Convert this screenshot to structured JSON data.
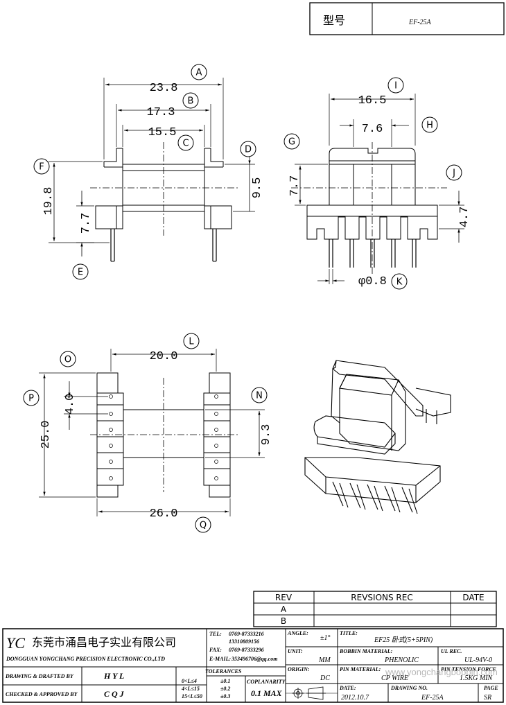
{
  "header": {
    "label_cn": "型号",
    "model": "EF-25A"
  },
  "dimensions": [
    {
      "key": "A",
      "value": "23.8"
    },
    {
      "key": "B",
      "value": "17.3"
    },
    {
      "key": "C",
      "value": "15.5"
    },
    {
      "key": "D",
      "value": "9.5"
    },
    {
      "key": "E",
      "value": "7.7"
    },
    {
      "key": "F",
      "value": "19.8"
    },
    {
      "key": "G",
      "value": "7.7"
    },
    {
      "key": "H",
      "value": "7.6"
    },
    {
      "key": "I",
      "value": "16.5"
    },
    {
      "key": "J",
      "value": "4.7"
    },
    {
      "key": "K",
      "value": "φ0.8"
    },
    {
      "key": "L",
      "value": "20.0"
    },
    {
      "key": "N",
      "value": "9.3"
    },
    {
      "key": "O",
      "value": "4.0"
    },
    {
      "key": "P",
      "value": "25.0"
    },
    {
      "key": "Q",
      "value": "26.0"
    }
  ],
  "revision": {
    "col_rev": "REV",
    "col_rec": "REVSIONS REC",
    "col_date": "DATE",
    "rows": [
      "A",
      "B"
    ]
  },
  "company": {
    "logo": "YC",
    "name_cn": "东莞市涌昌电子实业有限公司",
    "name_en": "DONGGUAN YONGCHANG PRECISION ELECTRONIC CO.,LTD",
    "tel_label": "TEL:",
    "tel1": "0769-87333216",
    "tel2": "13310809156",
    "fax_label": "FAX:",
    "fax": "0769-87333296",
    "email_label": "E-MAIL:",
    "email": "353496706@qq.com"
  },
  "tb": {
    "angle_label": "ANGLE:",
    "angle": "±1°",
    "title_label": "TITLE:",
    "title": "EF25 卧式(5+5PIN)",
    "unit_label": "UNIT:",
    "unit": "MM",
    "bobbin_label": "BOBBIN MATERIAL:",
    "bobbin": "PHENOLIC",
    "ulrec_label": "UL REC.",
    "ulrec": "UL-94V-0",
    "origin_label": "ORIGIN:",
    "origin": "DC",
    "pin_label": "PIN MATERIAL:",
    "pin": "CP WIRE",
    "tension_label": "PIN TENSION FORCE",
    "tension": "1.5KG MIN",
    "date_label": "DATE:",
    "date": "2012.10.7",
    "drawing_label": "DRAWING NO.",
    "drawing": "EF-25A",
    "page_label": "PAGE",
    "page": "SR",
    "drawn_label": "DRAWING & DRAFTED BY",
    "drawn": "H Y L",
    "checked_label": "CHECKED & APPROVED BY",
    "checked": "C Q J",
    "tol_label": "TOLERANCES",
    "tol1_range": "0<L≤4",
    "tol1": "±0.1",
    "tol2_range": "4<L≤15",
    "tol2": "±0.2",
    "tol3_range": "15<L≤50",
    "tol3": "±0.3",
    "coplanarity_label": "COPLANARITY",
    "coplanarity": "0.1 MAX"
  },
  "watermark": "www.yongchangbobbin.com"
}
